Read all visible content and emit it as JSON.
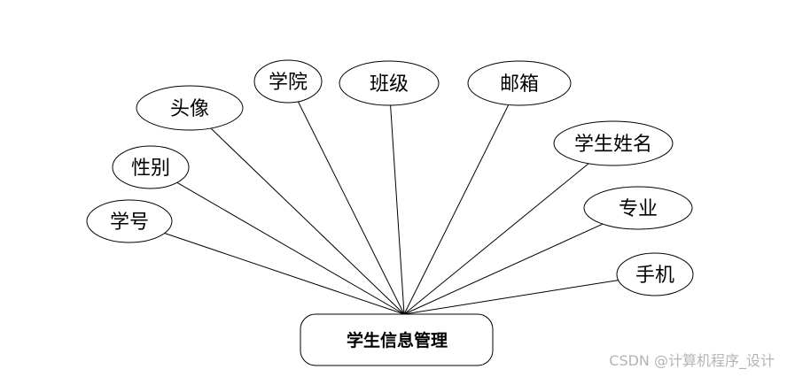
{
  "entity": {
    "label": "学生信息管理"
  },
  "attributes": [
    {
      "key": "xuehao",
      "label": "学号"
    },
    {
      "key": "xingbie",
      "label": "性别"
    },
    {
      "key": "touxiang",
      "label": "头像"
    },
    {
      "key": "xueyuan",
      "label": "学院"
    },
    {
      "key": "banji",
      "label": "班级"
    },
    {
      "key": "youxiang",
      "label": "邮箱"
    },
    {
      "key": "xingming",
      "label": "学生姓名"
    },
    {
      "key": "zhuanye",
      "label": "专业"
    },
    {
      "key": "shouji",
      "label": "手机"
    }
  ],
  "watermark": {
    "text": "CSDN @计算机程序_设计"
  }
}
